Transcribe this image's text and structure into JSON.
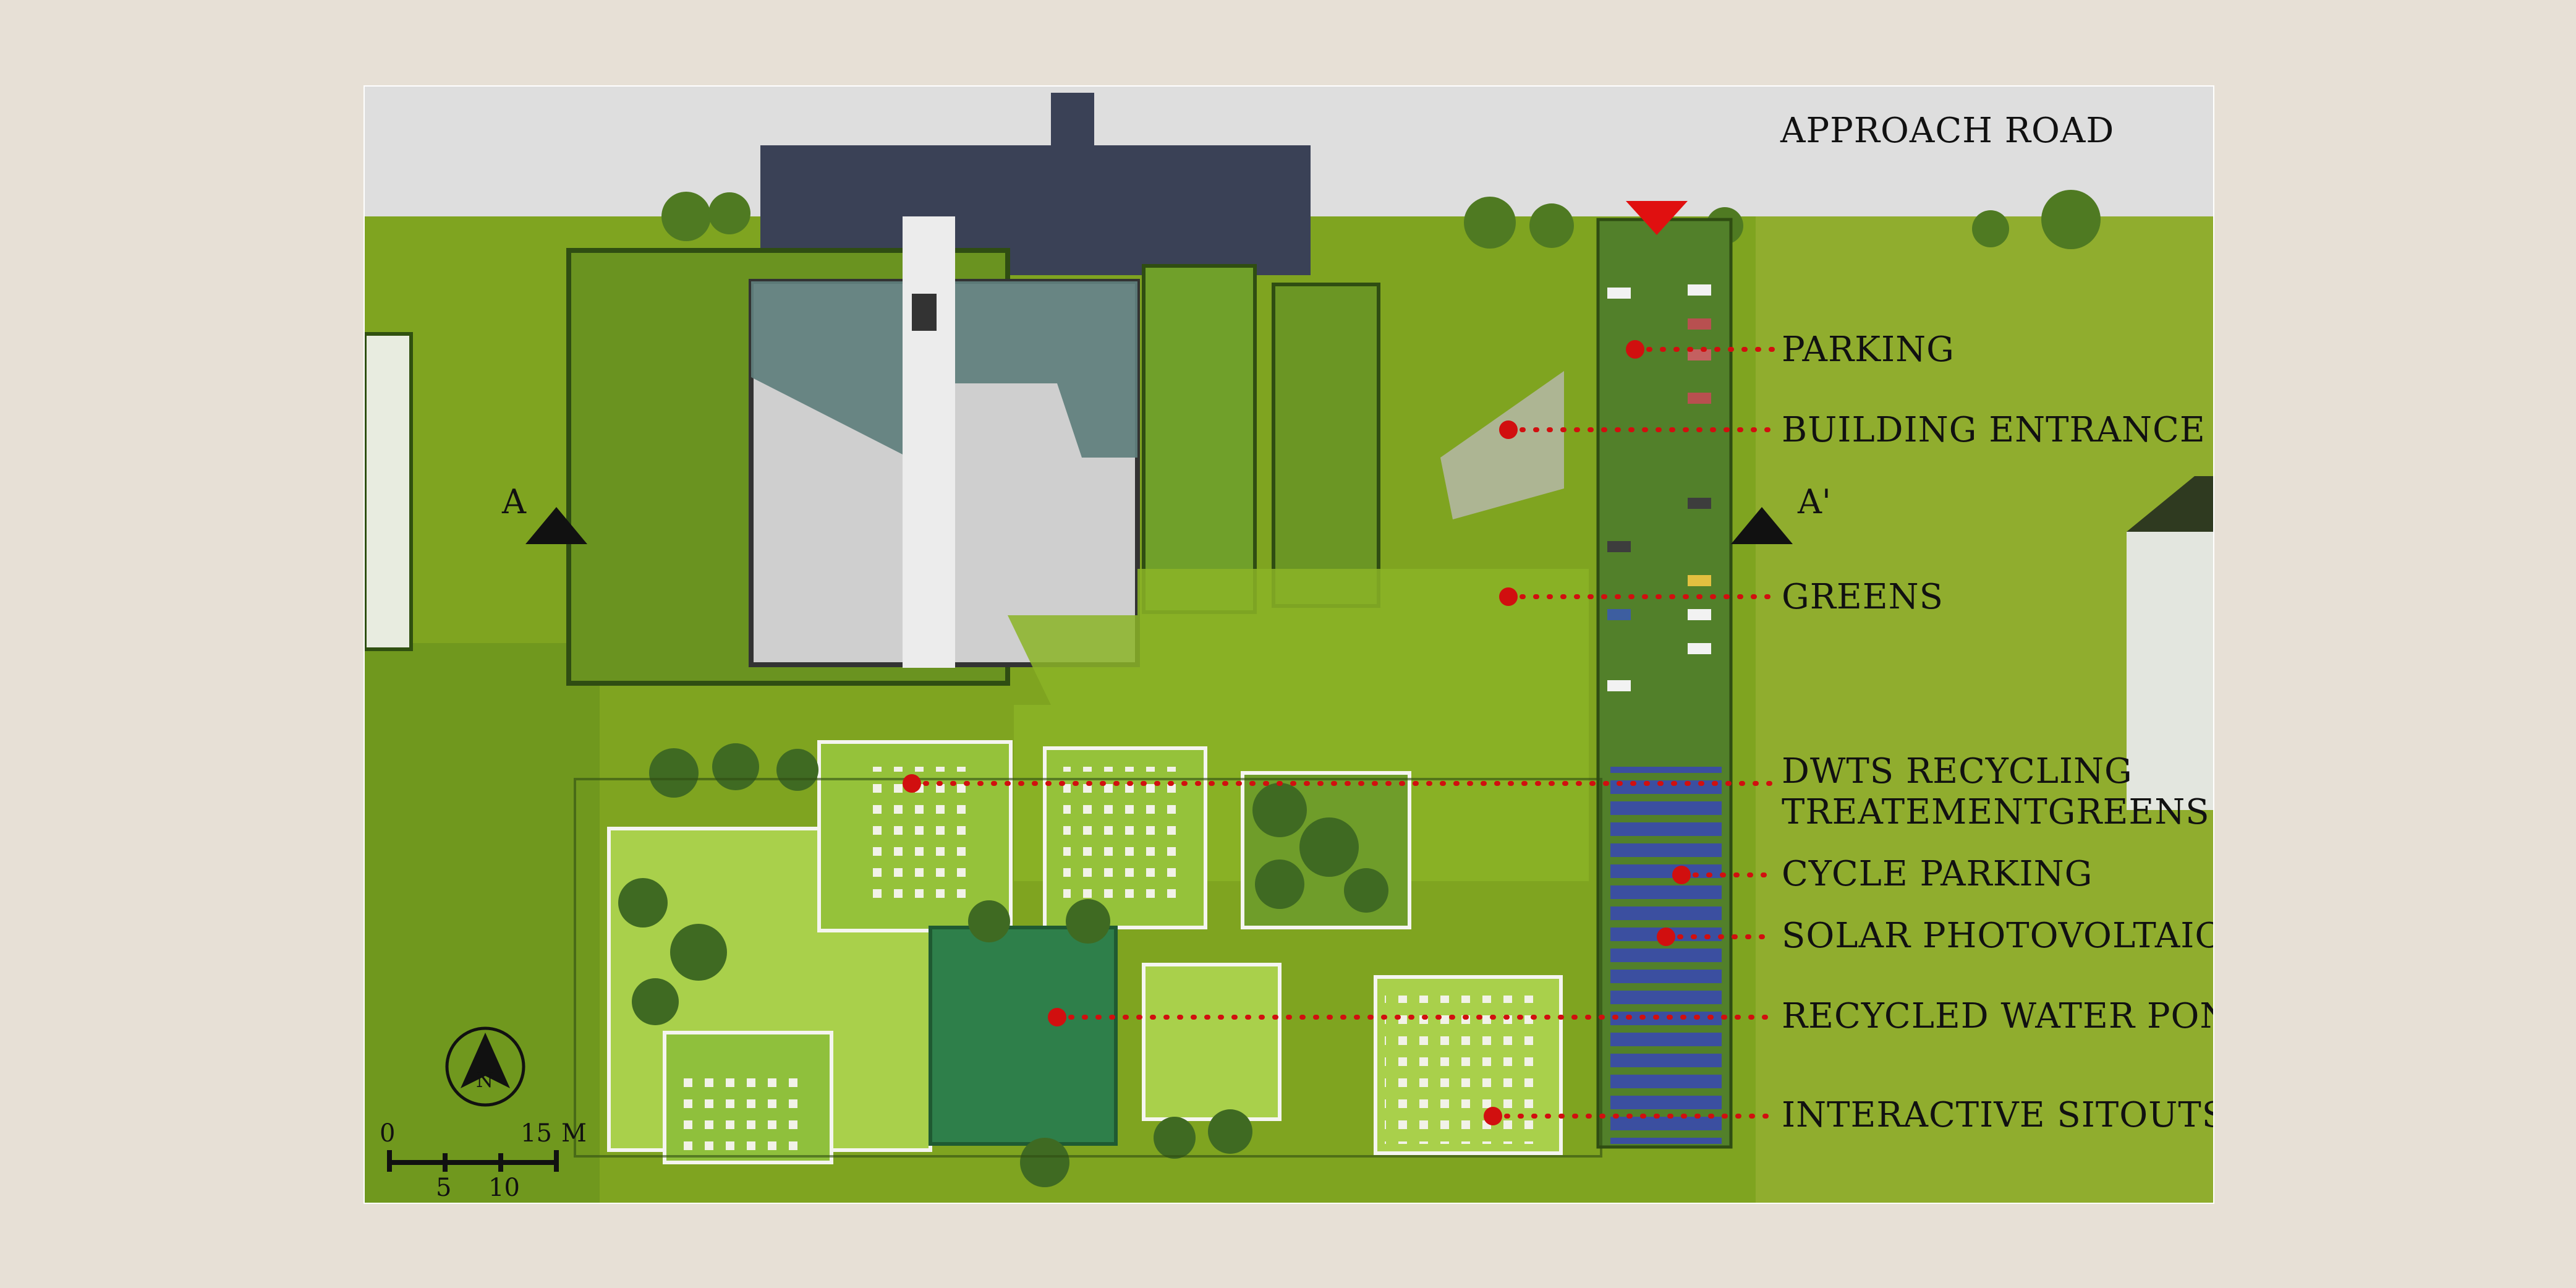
{
  "road_label": "APPROACH ROAD",
  "callouts": [
    {
      "id": "parking",
      "label": "PARKING"
    },
    {
      "id": "building-entrance",
      "label": "BUILDING ENTRANCE"
    },
    {
      "id": "greens",
      "label": "GREENS"
    },
    {
      "id": "dwts",
      "label": "DWTS RECYCLING\nTREATEMENTGREENS"
    },
    {
      "id": "cycle-parking",
      "label": "CYCLE PARKING"
    },
    {
      "id": "solar",
      "label": "SOLAR PHOTOVOLTAICS"
    },
    {
      "id": "pond",
      "label": "RECYCLED WATER POND"
    },
    {
      "id": "sitouts",
      "label": "INTERACTIVE SITOUTS"
    }
  ],
  "section_marks": {
    "left": "A",
    "right": "A'"
  },
  "north_label": "N",
  "scale": {
    "ticks": [
      "0",
      "5",
      "10",
      "15"
    ],
    "unit": "M"
  },
  "colors": {
    "grass": "#7fa420",
    "grass_light": "#a9cf3c",
    "road": "#dedede",
    "callout_red": "#d10f0f",
    "roof_grey": "#c9c9c9",
    "glass": "#5f7f7d",
    "solar_blue": "#3b4fa0"
  }
}
